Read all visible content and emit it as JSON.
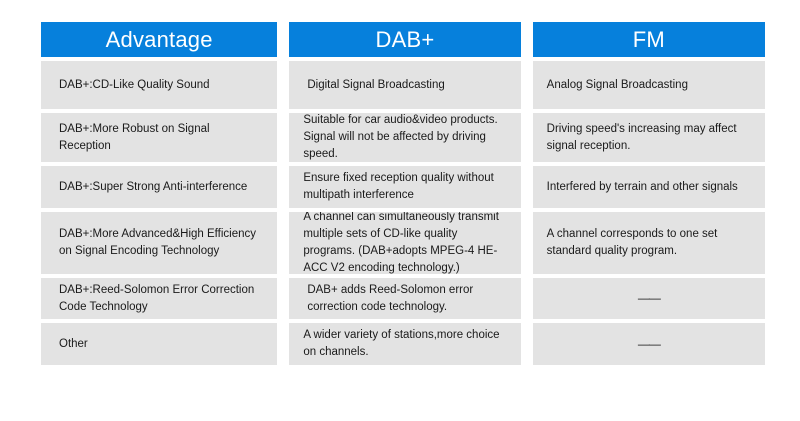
{
  "table": {
    "accent_color": "#0680dc",
    "cell_background": "#e3e3e3",
    "page_background": "#ffffff",
    "text_color": "#1a1a1a",
    "columns": [
      {
        "key": "advantage",
        "header": "Advantage",
        "cells": [
          "DAB+:CD-Like Quality Sound",
          "DAB+:More Robust on Signal Reception",
          "DAB+:Super Strong Anti-interference",
          "DAB+:More Advanced&High Efficiency on Signal Encoding Technology",
          "DAB+:Reed-Solomon Error Correction Code Technology",
          "Other"
        ]
      },
      {
        "key": "dab_plus",
        "header": "DAB+",
        "cells": [
          "Digital Signal Broadcasting",
          "Suitable for car audio&video products. Signal will not be affected by driving speed.",
          "Ensure fixed reception quality without multipath interference",
          "A channel can simultaneously transmit multiple sets of CD-like quality programs. (DAB+adopts MPEG-4 HE-ACC V2 encoding technology.)",
          "DAB+ adds Reed-Solomon error correction code technology.",
          "A wider variety of stations,more choice on channels."
        ]
      },
      {
        "key": "fm",
        "header": "FM",
        "cells": [
          "Analog Signal Broadcasting",
          "Driving speed's increasing may affect signal reception.",
          "Interfered by terrain and other signals",
          "A channel corresponds to one set standard quality program.",
          "——",
          "——"
        ]
      }
    ]
  }
}
